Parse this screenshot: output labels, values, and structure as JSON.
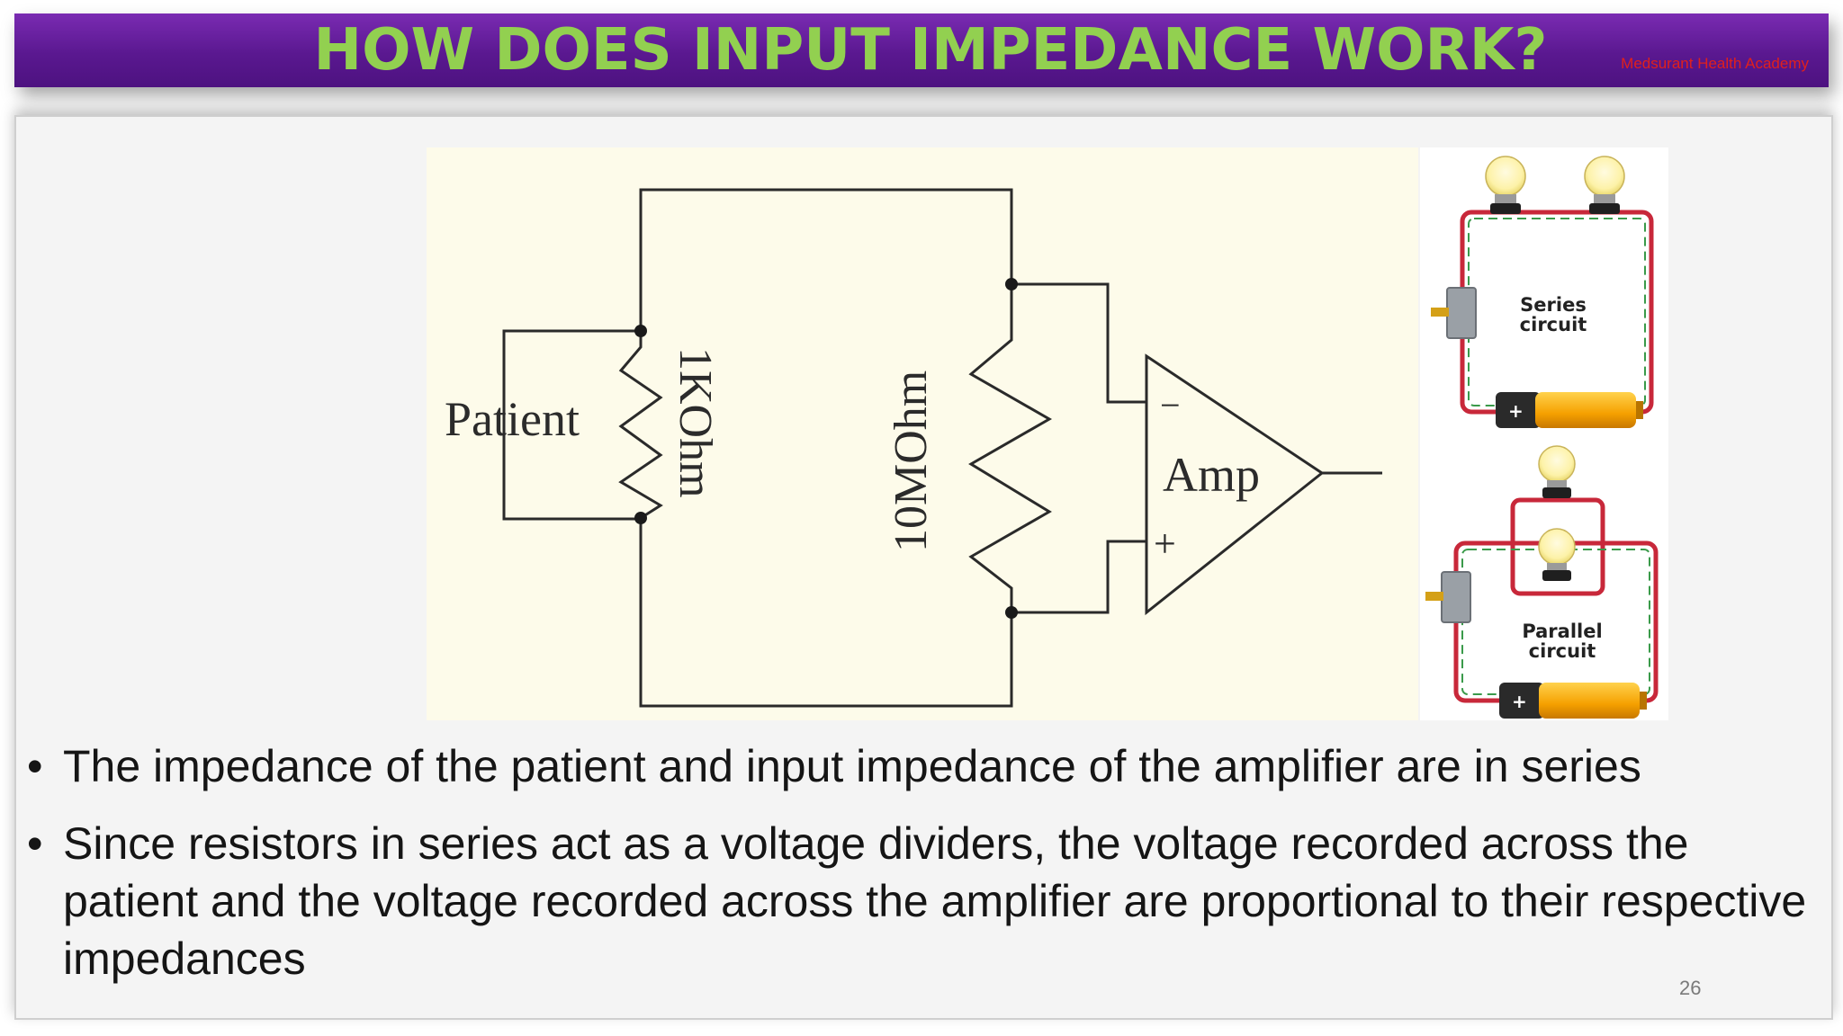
{
  "header": {
    "title": "HOW DOES INPUT IMPEDANCE WORK?",
    "academy": "Medsurant Health Academy",
    "colors": {
      "banner": "#5a1890",
      "title": "#92d050",
      "academy": "#e0201c"
    }
  },
  "schematic": {
    "patient_label": "Patient",
    "resistor_1_label": "1KOhm",
    "resistor_2_label": "10MOhm",
    "amp_label": "Amp",
    "minus_sign": "−",
    "plus_sign": "+"
  },
  "illustration": {
    "series_caption": [
      "Series",
      "circuit"
    ],
    "parallel_caption": [
      "Parallel",
      "circuit"
    ],
    "battery_sign": "+"
  },
  "bullets": [
    "The impedance of the patient and input impedance of the amplifier are in series",
    "Since resistors in series act as a voltage dividers, the voltage recorded across the patient and the voltage recorded across the amplifier are proportional to their respective impedances"
  ],
  "bullet_symbol": "•",
  "page_number": "26"
}
